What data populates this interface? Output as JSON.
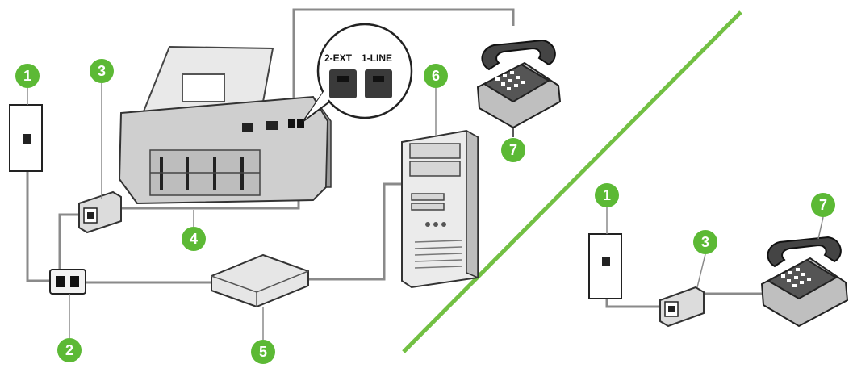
{
  "diagram": {
    "callouts": [
      {
        "id": "c1a",
        "label": "1"
      },
      {
        "id": "c2",
        "label": "2"
      },
      {
        "id": "c3a",
        "label": "3"
      },
      {
        "id": "c4",
        "label": "4"
      },
      {
        "id": "c5",
        "label": "5"
      },
      {
        "id": "c6",
        "label": "6"
      },
      {
        "id": "c7a",
        "label": "7"
      },
      {
        "id": "c1b",
        "label": "1"
      },
      {
        "id": "c3b",
        "label": "3"
      },
      {
        "id": "c7b",
        "label": "7"
      }
    ],
    "port_labels": {
      "ext": "2-EXT",
      "line": "1-LINE"
    },
    "colors": {
      "callout": "#5cb935",
      "divider": "#72c043",
      "cable": "#8a8a8a",
      "device": "#d9d9d9",
      "dark": "#333333"
    }
  }
}
